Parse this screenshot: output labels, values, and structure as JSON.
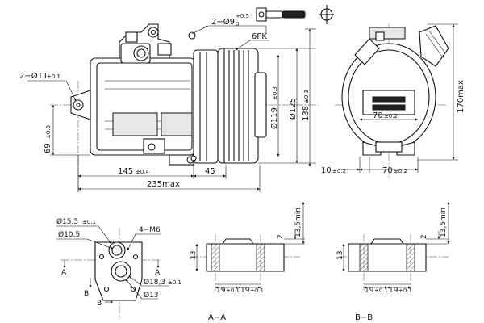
{
  "front_view": {
    "mount_hole_label": "2−Ø11",
    "mount_hole_tol": "±0.1",
    "connector_label": "2−Ø9",
    "connector_tol_top": "+0.5",
    "connector_tol_bottom": "0",
    "belt_label": "6PK",
    "dim_pulley_dia": "Ø119",
    "dim_pulley_dia_tol": "±0.3",
    "dim_125": "Ø125",
    "dim_138": "138",
    "dim_138_tol": "±0.3",
    "dim_69": "69",
    "dim_69_tol": "±0.3",
    "dim_145": "145",
    "dim_145_tol": "±0.4",
    "dim_45": "45",
    "dim_235": "235max"
  },
  "side_view": {
    "dim_170": "170max",
    "dim_70_top": "70",
    "dim_70_top_tol": "±0.2",
    "dim_10": "10",
    "dim_10_tol": "±0.2",
    "dim_70_bottom": "70",
    "dim_70_bottom_tol": "±0.2"
  },
  "port_detail": {
    "dia_15_5": "Ø15,5",
    "dia_15_5_tol": "±0.1",
    "dia_10_5": "Ø10.5",
    "thread": "4−M6",
    "dia_18_3": "Ø18,3",
    "dia_18_3_tol": "±0.1",
    "dia_13": "Ø13",
    "section_a": "A",
    "section_b": "B"
  },
  "section_aa": {
    "title": "A−A",
    "dim_13_5": "13,5min",
    "dim_2": "2",
    "dim_13": "13",
    "dim_19_a": "19",
    "dim_19_a_tol": "±0.1",
    "dim_19_b": "19",
    "dim_19_b_tol": "±0.1"
  },
  "section_bb": {
    "title": "B−B",
    "dim_13_5": "13,5min",
    "dim_2": "2",
    "dim_13": "13",
    "dim_19_a": "19",
    "dim_19_a_tol": "±0.1",
    "dim_19_b": "19",
    "dim_19_b_tol": "±0.1"
  }
}
